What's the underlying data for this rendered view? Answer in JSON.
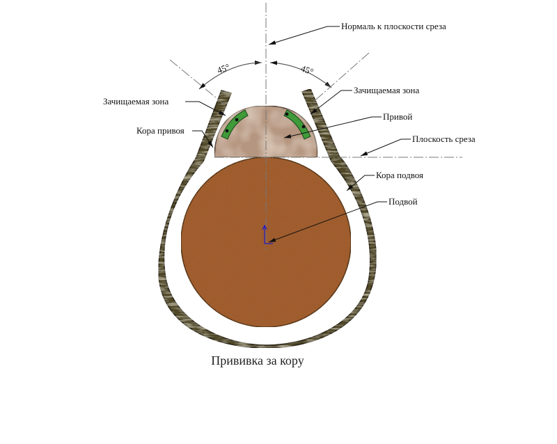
{
  "labels": {
    "normal": "Нормаль к плоскости среза",
    "angle_left": "45°",
    "angle_right": "45°",
    "cleaning_zone_left": "Зачищаемая зона",
    "cleaning_zone_right": "Зачищаемая зона",
    "scion_bark": "Кора привоя",
    "scion": "Привой",
    "cut_plane": "Плоскость среза",
    "rootstock_bark": "Кора подвоя",
    "rootstock": "Подвой"
  },
  "caption": "Прививка за кору",
  "colors": {
    "rootstock": "#a0582a",
    "bark": "#4f4627",
    "scion": "#b59680",
    "cleaning_zone": "#3f9a3a",
    "axis_marker": "#1a1acc"
  }
}
